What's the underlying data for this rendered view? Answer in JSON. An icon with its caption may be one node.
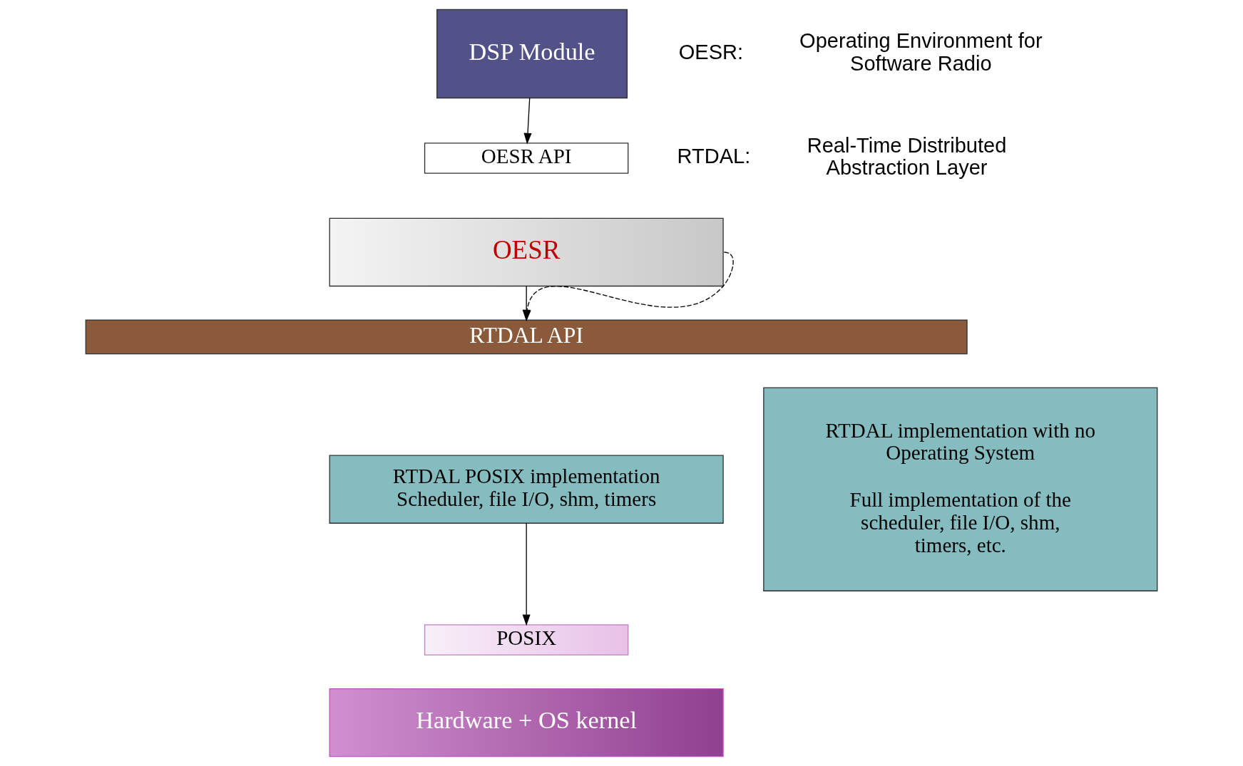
{
  "diagram": {
    "nodes": [
      {
        "text": [
          "DSP Module"
        ]
      },
      {
        "text": [
          "OESR API"
        ]
      },
      {
        "text": [
          "OESR"
        ]
      },
      {
        "text": [
          "RTDAL API"
        ]
      },
      {
        "text": [
          "RTDAL POSIX implementation",
          "Scheduler, file I/O, shm, timers"
        ]
      },
      {
        "text": [
          "POSIX"
        ]
      },
      {
        "text": [
          "Hardware + OS kernel"
        ]
      },
      {
        "text": [
          "RTDAL implementation with no Operating System",
          "Full implementation of the scheduler, file I/O, shm, timers, etc."
        ]
      }
    ],
    "edges": [
      {
        "from": 0,
        "to": 1,
        "arrow": "to"
      },
      {
        "from": 2,
        "to": 3,
        "arrow": "to"
      },
      {
        "from": 2,
        "to": 3,
        "arrow": "to",
        "style": "dashed"
      },
      {
        "from": 4,
        "to": 5,
        "arrow": "to"
      }
    ],
    "labels": [
      "OESR:",
      "Operating Environment for Software Radio",
      "RTDAL:",
      "Real-Time Distributed Abstraction Layer"
    ]
  }
}
